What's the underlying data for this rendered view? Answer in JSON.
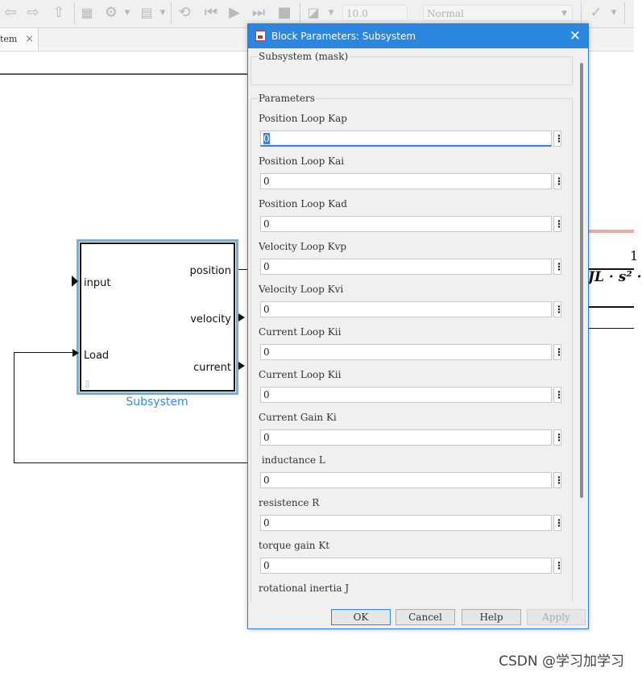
{
  "toolbar": {
    "stop_time": "10.0",
    "sim_mode": "Normal"
  },
  "tabs": [
    {
      "label": "tem",
      "close": "×"
    }
  ],
  "model": {
    "block_name": "Subsystem",
    "inports": [
      "input",
      "Load"
    ],
    "outports": [
      "position",
      "velocity",
      "current"
    ],
    "tf_numerator": "1",
    "tf_denominator": "JL · s² ·"
  },
  "dialog": {
    "title": "Block Parameters: Subsystem",
    "close": "✕",
    "mask_group": "Subsystem (mask)",
    "params_group": "Parameters",
    "params": [
      {
        "label": "Position Loop Kap",
        "value": "0"
      },
      {
        "label": "Position Loop Kai",
        "value": "0"
      },
      {
        "label": "Position Loop Kad",
        "value": "0"
      },
      {
        "label": "Velocity Loop Kvp",
        "value": "0"
      },
      {
        "label": "Velocity Loop Kvi",
        "value": "0"
      },
      {
        "label": "Current Loop Kii",
        "value": "0"
      },
      {
        "label": "Current Loop Kii",
        "value": "0"
      },
      {
        "label": "Current Gain Ki",
        "value": "0"
      },
      {
        "label": " inductance L",
        "value": "0"
      },
      {
        "label": "resistence R",
        "value": "0"
      },
      {
        "label": "torque gain Kt",
        "value": "0"
      },
      {
        "label": "rotational inertia J",
        "value": ""
      }
    ],
    "more_glyph": "⋮",
    "buttons": {
      "ok": "OK",
      "cancel": "Cancel",
      "help": "Help",
      "apply": "Apply"
    }
  },
  "watermark": "CSDN @学习加学习"
}
